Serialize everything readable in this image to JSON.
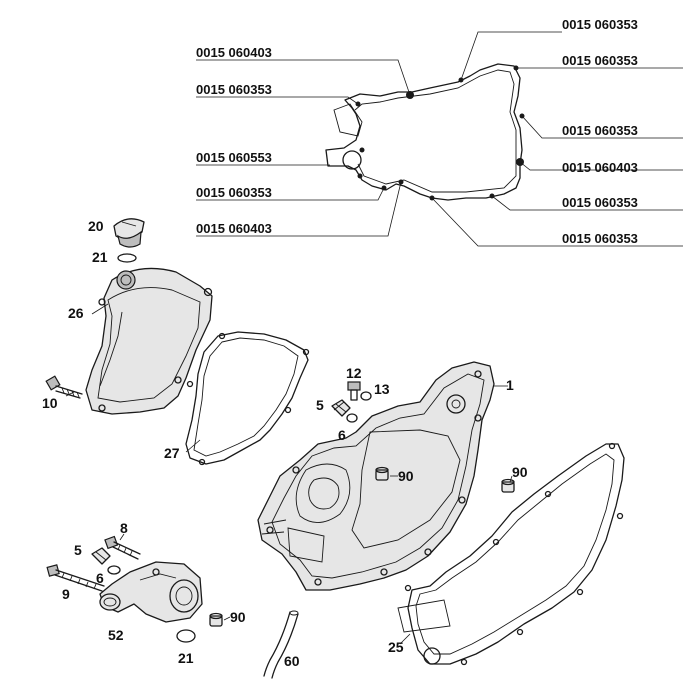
{
  "part_codes": {
    "c1": "0015 060353",
    "c2": "0015 060403",
    "c3": "0015 060353",
    "c4": "0015 060353",
    "c5": "0015 060553",
    "c6": "0015 060353",
    "c7": "0015 060403",
    "c8": "0015 060353",
    "c9": "0015 060403",
    "c10": "0015 060353",
    "c11": "0015 060353"
  },
  "callouts": {
    "n20": "20",
    "n21a": "21",
    "n26": "26",
    "n10": "10",
    "n27": "27",
    "n12": "12",
    "n13": "13",
    "n5a": "5",
    "n6a": "6",
    "n1": "1",
    "n90a": "90",
    "n90b": "90",
    "n8": "8",
    "n5b": "5",
    "n6b": "6",
    "n9": "9",
    "n52": "52",
    "n90c": "90",
    "n21b": "21",
    "n60": "60",
    "n25": "25"
  }
}
